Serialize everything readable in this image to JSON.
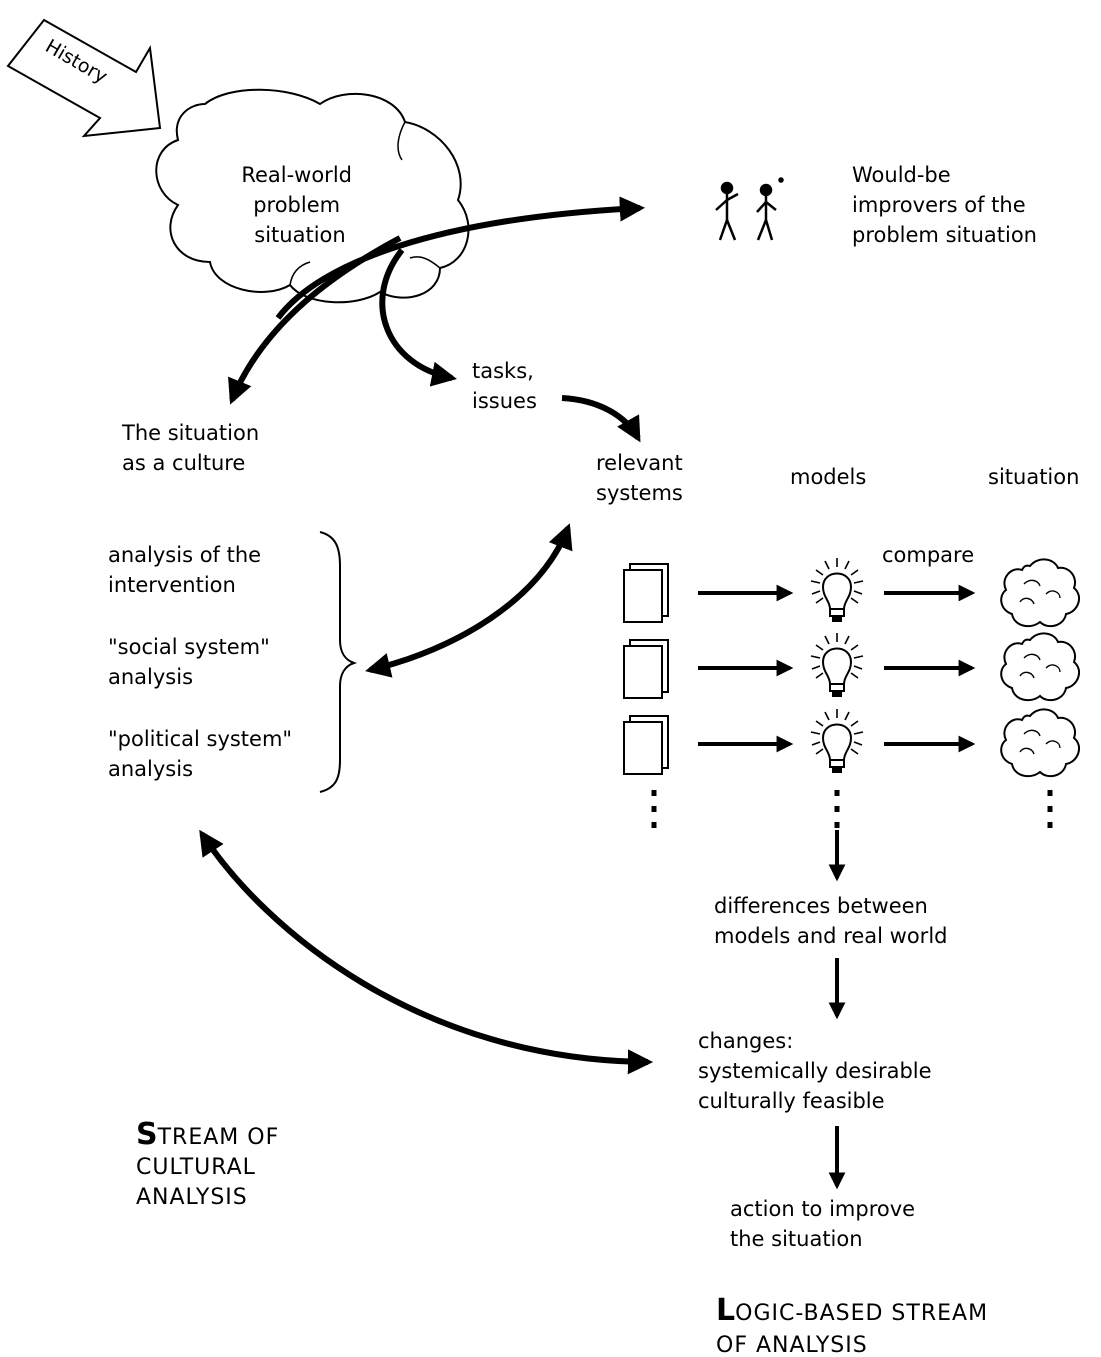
{
  "history_label": "History",
  "cloud_label": [
    "Real-world",
    "problem",
    "situation"
  ],
  "improvers_label": [
    "Would-be",
    "improvers of the",
    "problem situation"
  ],
  "tasks_label": [
    "tasks,",
    "issues"
  ],
  "culture_label": [
    "The situation",
    "as a culture"
  ],
  "relevant_systems_label": [
    "relevant",
    "systems"
  ],
  "models_header": "models",
  "situation_header": "situation",
  "compare_label": "compare",
  "analysis_items": [
    [
      "analysis of the",
      "intervention"
    ],
    [
      "\"social system\"",
      "analysis"
    ],
    [
      "\"political system\"",
      "analysis"
    ]
  ],
  "differences_label": [
    "differences between",
    "models and real world"
  ],
  "changes_label": [
    "changes:",
    "systemically desirable",
    "culturally feasible"
  ],
  "action_label": [
    "action to improve",
    "the situation"
  ],
  "cultural_stream": {
    "first_letter": "S",
    "line1_rest": "TREAM OF",
    "line2": "CULTURAL",
    "line3": "ANALYSIS"
  },
  "logic_stream": {
    "first_letter": "L",
    "line1_rest": "OGIC-BASED STREAM",
    "line2": "OF ANALYSIS"
  }
}
